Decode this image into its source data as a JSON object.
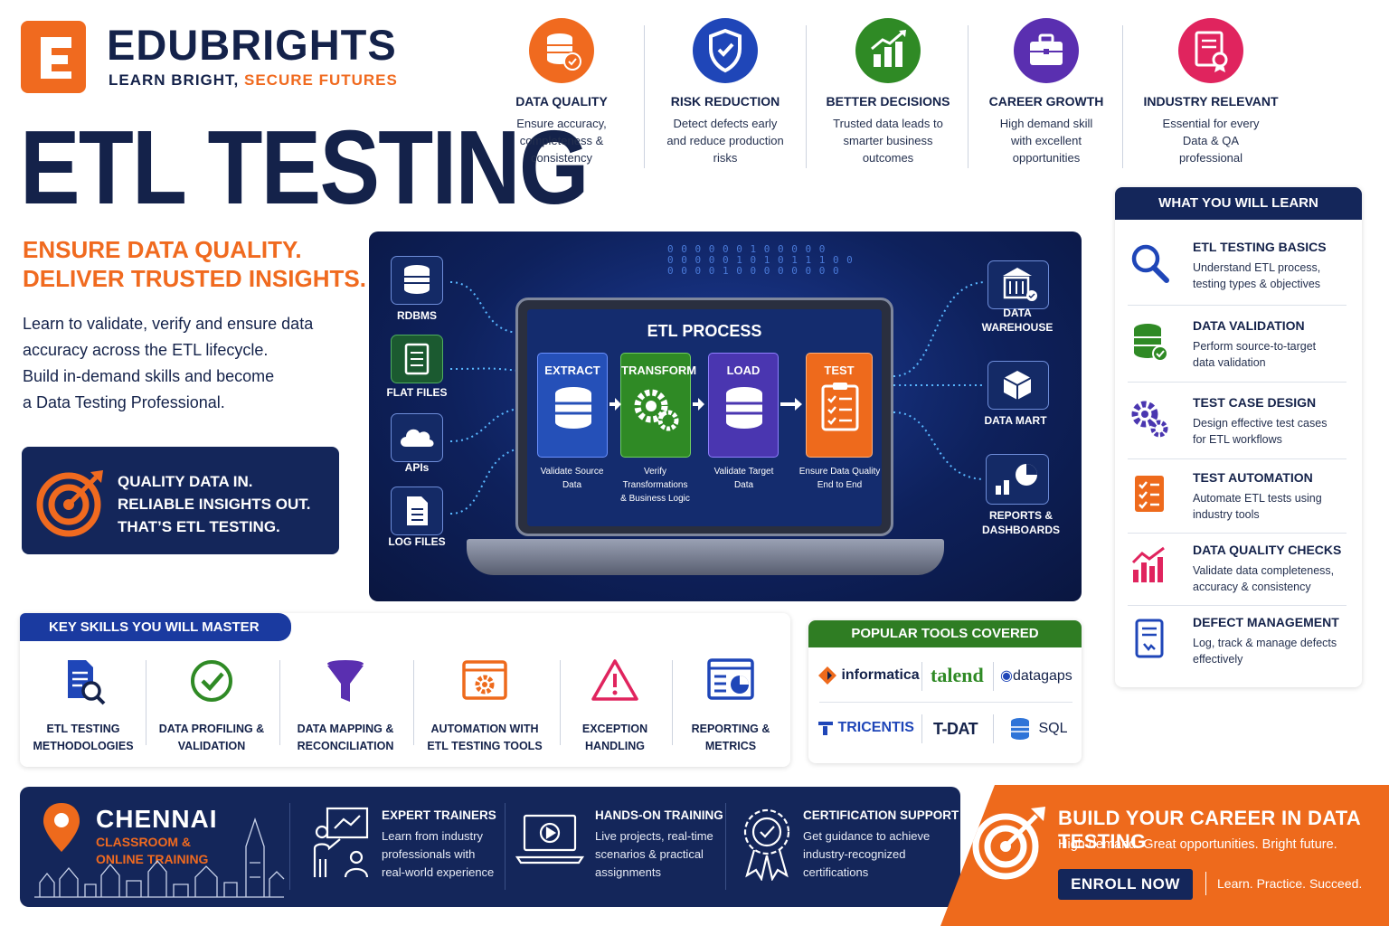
{
  "brand": {
    "name": "EDUBRIGHTS",
    "tagline_main": "LEARN BRIGHT, ",
    "tagline_accent": "SECURE FUTURES"
  },
  "hero": {
    "title": "ETL TESTING",
    "subtitle_line1": "ENSURE DATA QUALITY.",
    "subtitle_line2": "DELIVER TRUSTED INSIGHTS.",
    "description_lines": [
      "Learn to validate, verify and ensure data",
      "accuracy across the ETL lifecycle.",
      "Build in-demand skills and become",
      "a Data Testing Professional."
    ]
  },
  "quote": {
    "lines": [
      "QUALITY DATA IN.",
      "RELIABLE INSIGHTS OUT.",
      "THAT’S ETL TESTING."
    ]
  },
  "benefits": [
    {
      "title": "DATA QUALITY",
      "lines": [
        "Ensure accuracy,",
        "completeness &",
        "consistency"
      ],
      "color": "#f06a1f",
      "icon": "database-check-icon"
    },
    {
      "title": "RISK REDUCTION",
      "lines": [
        "Detect defects early",
        "and reduce production",
        "risks"
      ],
      "color": "#1f46b8",
      "icon": "shield-check-icon"
    },
    {
      "title": "BETTER DECISIONS",
      "lines": [
        "Trusted data leads to",
        "smarter business",
        "outcomes"
      ],
      "color": "#2f8a25",
      "icon": "bar-chart-icon"
    },
    {
      "title": "CAREER GROWTH",
      "lines": [
        "High demand skill",
        "with excellent",
        "opportunities"
      ],
      "color": "#5a2fb0",
      "icon": "briefcase-icon"
    },
    {
      "title": "INDUSTRY RELEVANT",
      "lines": [
        "Essential for every",
        "Data & QA",
        "professional"
      ],
      "color": "#e0245e",
      "icon": "certificate-icon"
    }
  ],
  "diagram": {
    "process_title": "ETL PROCESS",
    "binary": [
      "0 0 0 0 0 0 1 0 0 0 0 0",
      "0 0 0 0 0 1 0 1 0 1 1 1 0 0",
      "0 0 0 0 1 0 0 0 0 0 0 0 0"
    ],
    "sources": [
      "RDBMS",
      "FLAT FILES",
      "APIs",
      "LOG FILES"
    ],
    "stages": [
      {
        "name": "EXTRACT",
        "caption": [
          "Validate Source",
          "Data"
        ],
        "color": "#2550b8"
      },
      {
        "name": "TRANSFORM",
        "caption": [
          "Verify Transformations",
          "& Business Logic"
        ],
        "color": "#2f8a25"
      },
      {
        "name": "LOAD",
        "caption": [
          "Validate Target",
          "Data"
        ],
        "color": "#4a36b0"
      },
      {
        "name": "TEST",
        "caption": [
          "Ensure Data Quality",
          "End to End"
        ],
        "color": "#ee6a1c"
      }
    ],
    "targets": [
      [
        "DATA",
        "WAREHOUSE"
      ],
      [
        "DATA MART"
      ],
      [
        "REPORTS &",
        "DASHBOARDS"
      ]
    ]
  },
  "learn": {
    "heading": "WHAT YOU WILL LEARN",
    "items": [
      {
        "title": "ETL TESTING BASICS",
        "lines": [
          "Understand ETL process,",
          "testing types & objectives"
        ],
        "icon": "magnifier-icon"
      },
      {
        "title": "DATA VALIDATION",
        "lines": [
          "Perform source-to-target",
          "data validation"
        ],
        "icon": "database-check-icon"
      },
      {
        "title": "TEST CASE DESIGN",
        "lines": [
          "Design effective test cases",
          "for ETL workflows"
        ],
        "icon": "gears-icon"
      },
      {
        "title": "TEST AUTOMATION",
        "lines": [
          "Automate ETL tests using",
          "industry tools"
        ],
        "icon": "checklist-icon"
      },
      {
        "title": "DATA QUALITY CHECKS",
        "lines": [
          "Validate data completeness,",
          "accuracy & consistency"
        ],
        "icon": "chart-icon"
      },
      {
        "title": "DEFECT MANAGEMENT",
        "lines": [
          "Log, track & manage defects",
          "effectively"
        ],
        "icon": "document-icon"
      }
    ]
  },
  "skills": {
    "heading": "KEY SKILLS YOU WILL MASTER",
    "items": [
      {
        "lines": [
          "ETL TESTING",
          "METHODOLOGIES"
        ],
        "icon": "document-search-icon"
      },
      {
        "lines": [
          "DATA PROFILING &",
          "VALIDATION"
        ],
        "icon": "check-circle-icon"
      },
      {
        "lines": [
          "DATA MAPPING &",
          "RECONCILIATION"
        ],
        "icon": "funnel-icon"
      },
      {
        "lines": [
          "AUTOMATION WITH",
          "ETL TESTING TOOLS"
        ],
        "icon": "browser-gear-icon"
      },
      {
        "lines": [
          "EXCEPTION",
          "HANDLING"
        ],
        "icon": "warning-icon"
      },
      {
        "lines": [
          "REPORTING &",
          "METRICS"
        ],
        "icon": "report-icon"
      }
    ]
  },
  "tools": {
    "heading": "POPULAR TOOLS COVERED",
    "items": [
      "informatica",
      "talend",
      "datagaps",
      "TRICENTIS",
      "T-DAT",
      "SQL"
    ]
  },
  "bottom": {
    "city": "CHENNAI",
    "city_lines": [
      "CLASSROOM &",
      "ONLINE TRAINING"
    ],
    "features": [
      {
        "title": "EXPERT TRAINERS",
        "lines": [
          "Learn from industry",
          "professionals with",
          "real-world experience"
        ],
        "icon": "trainer-icon"
      },
      {
        "title": "HANDS-ON TRAINING",
        "lines": [
          "Live projects, real-time",
          "scenarios & practical",
          "assignments"
        ],
        "icon": "laptop-play-icon"
      },
      {
        "title": "CERTIFICATION SUPPORT",
        "lines": [
          "Get guidance to achieve",
          "industry-recognized",
          "certifications"
        ],
        "icon": "badge-icon"
      }
    ]
  },
  "cta": {
    "title": "BUILD YOUR CAREER IN DATA TESTING",
    "subtitle": "High demand. Great opportunities. Bright future.",
    "button": "ENROLL NOW",
    "motto": "Learn. Practice. Succeed."
  }
}
